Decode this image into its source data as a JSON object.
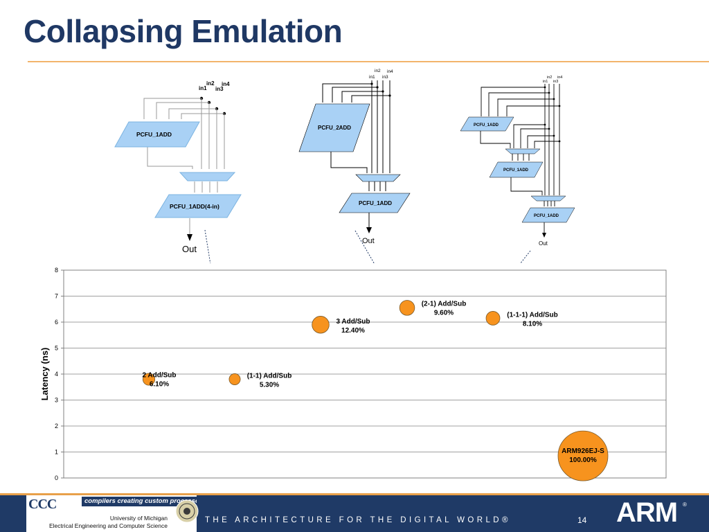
{
  "slide": {
    "title": "Collapsing Emulation",
    "page_number": "14",
    "colors": {
      "title": "#1f3864",
      "rule": "#f2b46b",
      "footer": "#1f3a66",
      "bubble": "#f7931e",
      "unit": "#a9d1f5"
    }
  },
  "diagrams": {
    "left": {
      "inputs": [
        "in1",
        "in2",
        "in3",
        "in4"
      ],
      "unit_top": "PCFU_1ADD",
      "unit_bottom": "PCFU_1ADD(4-in)",
      "out": "Out"
    },
    "middle": {
      "inputs": [
        "in1",
        "in2",
        "in3",
        "in4"
      ],
      "unit_top": "PCFU_2ADD",
      "unit_bottom": "PCFU_1ADD",
      "out": "Out"
    },
    "right": {
      "inputs": [
        "in1",
        "in2",
        "in3",
        "in4"
      ],
      "unit_1": "PCFU_1ADD",
      "unit_2": "PCFU_1ADD",
      "unit_3": "PCFU_1ADD",
      "out": "Out"
    }
  },
  "chart_data": {
    "type": "scatter",
    "subtype": "bubble",
    "title": "",
    "xlabel": "",
    "ylabel": "Latency (ns)",
    "ylim": [
      0,
      8
    ],
    "yticks": [
      "0",
      "1",
      "2",
      "3",
      "4",
      "5",
      "6",
      "7",
      "8"
    ],
    "xlim": [
      0,
      8
    ],
    "grid": true,
    "legend": "none",
    "points": [
      {
        "label": "2 Add/Sub",
        "value_label": "6.10%",
        "x": 1.0,
        "y": 3.8,
        "size": 6.1
      },
      {
        "label": "(1-1) Add/Sub",
        "value_label": "5.30%",
        "x": 2.0,
        "y": 3.8,
        "size": 5.3
      },
      {
        "label": "3 Add/Sub",
        "value_label": "12.40%",
        "x": 3.0,
        "y": 5.9,
        "size": 12.4
      },
      {
        "label": "(2-1) Add/Sub",
        "value_label": "9.60%",
        "x": 4.0,
        "y": 6.55,
        "size": 9.6
      },
      {
        "label": "(1-1-1) Add/Sub",
        "value_label": "8.10%",
        "x": 5.0,
        "y": 6.15,
        "size": 8.1
      },
      {
        "label": "ARM926EJ-S",
        "value_label": "100.00%",
        "x": 6.0,
        "y": 0.85,
        "size": 100.0
      }
    ]
  },
  "footer": {
    "ccc_logo": "CCC",
    "ccc_tagline": "compilers creating custom processors",
    "university": "University of Michigan",
    "department": "Electrical Engineering and Computer Science",
    "tagline": "THE ARCHITECTURE FOR THE DIGITAL WORLD®",
    "arm_logo": "ARM",
    "arm_reg": "®"
  }
}
